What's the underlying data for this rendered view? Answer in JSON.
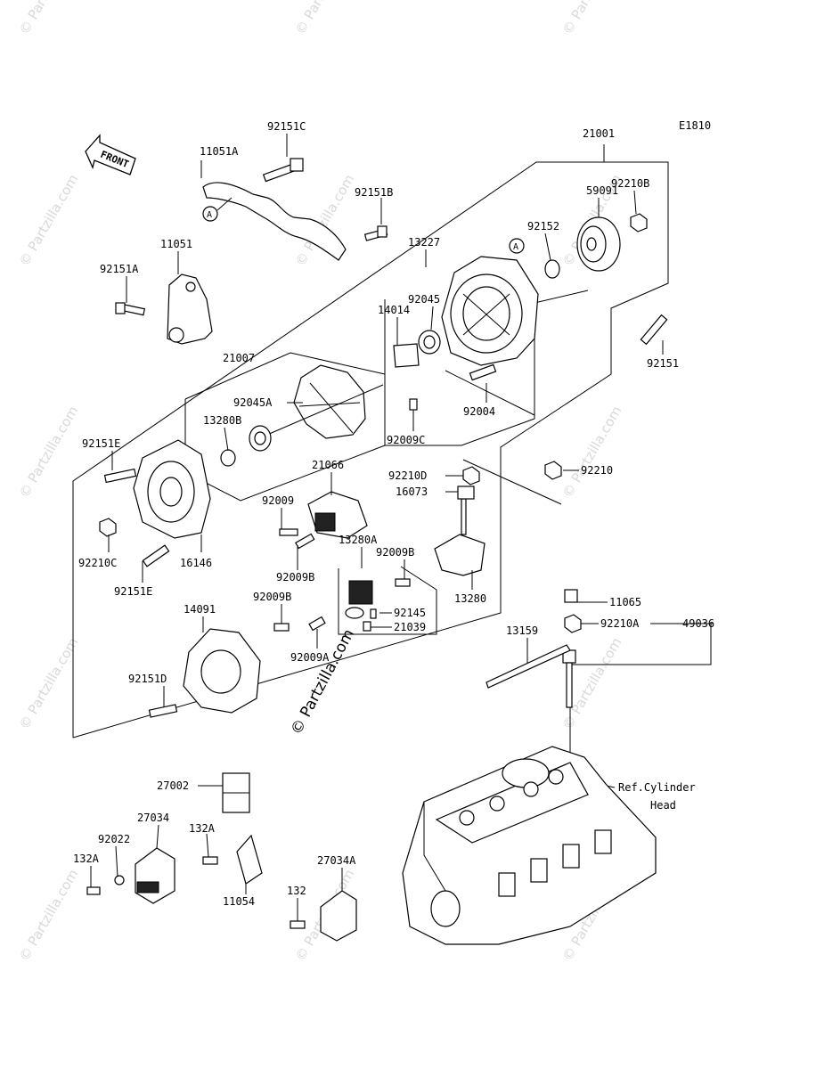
{
  "diagram_code": "E1810",
  "front_label": "FRONT",
  "watermark": "© Partzilla.com",
  "callout_a": "A",
  "ref_label": {
    "line1": "Ref.Cylinder",
    "line2": "Head"
  },
  "parts": {
    "p92151C": "92151C",
    "p11051A": "11051A",
    "p92151B": "92151B",
    "p11051": "11051",
    "p92151A": "92151A",
    "p21001": "21001",
    "p59091": "59091",
    "p92210B": "92210B",
    "p92152": "92152",
    "p13227": "13227",
    "p92045": "92045",
    "p14014": "14014",
    "p92151": "92151",
    "p92004": "92004",
    "p92009C": "92009C",
    "p21007": "21007",
    "p92045A": "92045A",
    "p13280B": "13280B",
    "p92151E": "92151E",
    "p92210C": "92210C",
    "p16146": "16146",
    "p92151E_b": "92151E",
    "p21066": "21066",
    "p92009": "92009",
    "p92009B": "92009B",
    "p13280A": "13280A",
    "p92009B_b": "92009B",
    "p92009B_c": "92009B",
    "p92145": "92145",
    "p21039": "21039",
    "p92009A": "92009A",
    "p14091": "14091",
    "p92151D": "92151D",
    "p92210D": "92210D",
    "p16073": "16073",
    "p92210": "92210",
    "p13280": "13280",
    "p11065": "11065",
    "p92210A": "92210A",
    "p49036": "49036",
    "p13159": "13159",
    "p27002": "27002",
    "p27034": "27034",
    "p92022": "92022",
    "p132A": "132A",
    "p132A_b": "132A",
    "p11054": "11054",
    "p27034A": "27034A",
    "p132": "132"
  }
}
